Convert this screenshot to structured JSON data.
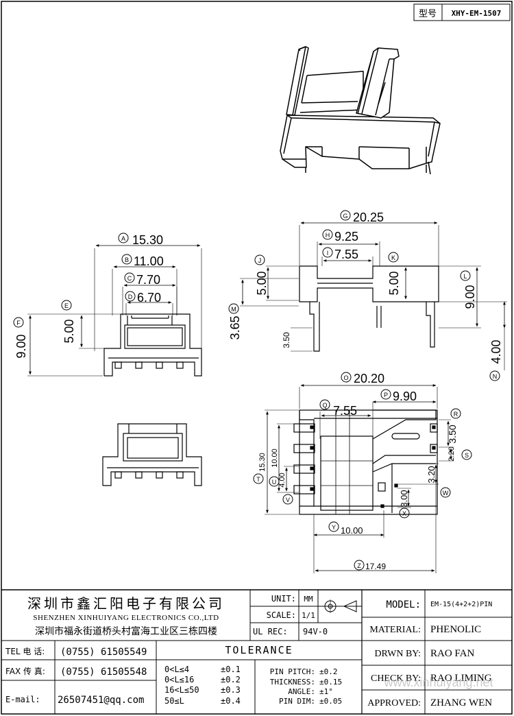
{
  "drawing_no": {
    "label": "型号",
    "value": "XHY-EM-1507"
  },
  "dimensions": {
    "front": {
      "a": "15.30",
      "b": "11.00",
      "c": "7.70",
      "d": "6.70",
      "e": "5.00",
      "f": "9.00"
    },
    "side": {
      "g": "20.25",
      "h": "9.25",
      "i": "7.55",
      "j": "5.00",
      "k": "5.00",
      "l": "9.00",
      "m": "3.65",
      "n": "4.00",
      "pin": "3.50"
    },
    "bottom": {
      "o": "20.20",
      "p": "9.90",
      "q": "7.55",
      "r": "3.50",
      "s": "2.20",
      "t": "15.30",
      "u": "10.00",
      "v": "4.00",
      "w": "3.20",
      "x": "3.00",
      "y": "10.00",
      "z": "17.49"
    }
  },
  "markers": {
    "a": "A",
    "b": "B",
    "c": "C",
    "d": "D",
    "e": "E",
    "f": "F",
    "g": "G",
    "h": "H",
    "i": "I",
    "j": "J",
    "k": "K",
    "l": "L",
    "m": "M",
    "n": "N",
    "o": "O",
    "p": "P",
    "q": "Q",
    "r": "R",
    "s": "S",
    "t": "T",
    "u": "U",
    "v": "V",
    "w": "W",
    "x": "X",
    "y": "Y",
    "z": "Z"
  },
  "title_block": {
    "company_cn": "深圳市鑫汇阳电子有限公司",
    "company_en": "SHENZHEN XINHUIYANG ELECTRONICS CO.,LTD",
    "address_cn": "深圳市福永街道桥头村富海工业区三栋四楼",
    "unit_label": "UNIT:",
    "unit_value": "MM",
    "scale_label": "SCALE:",
    "scale_value": "1/1",
    "ul_label": "UL REC:",
    "ul_value": "94V-0",
    "tel_label": "TEL 电 话:",
    "tel_value": "(0755) 61505549",
    "fax_label": "FAX 传 真:",
    "fax_value": "(0755) 61505548",
    "email_label": "E-mail:",
    "email_value": "26507451@qq.com",
    "tolerance_title": "TOLERANCE",
    "tolerance_rows": [
      {
        "range": "0<L≤4",
        "value": "±0.1"
      },
      {
        "range": "0<L≤16",
        "value": "±0.2"
      },
      {
        "range": "16<L≤50",
        "value": "±0.3"
      },
      {
        "range": "50≤L",
        "value": "±0.4"
      }
    ],
    "pin_rows": [
      {
        "label": "PIN PITCH:",
        "value": "±0.2"
      },
      {
        "label": "THICKNESS:",
        "value": "±0.15"
      },
      {
        "label": "ANGLE:",
        "value": "±1°"
      },
      {
        "label": "PIN DIM:",
        "value": "±0.05"
      }
    ],
    "model_label": "MODEL:",
    "model_value": "EM-15(4+2+2)PIN",
    "material_label": "MATERIAL:",
    "material_value": "PHENOLIC",
    "drawn_label": "DRWN BY:",
    "drawn_value": "RAO FAN",
    "check_label": "CHECK BY:",
    "check_value": "RAO LIMING",
    "approved_label": "APPROVED:",
    "approved_value": "ZHANG WEN",
    "watermark": "www.xinhuiyang.net"
  }
}
